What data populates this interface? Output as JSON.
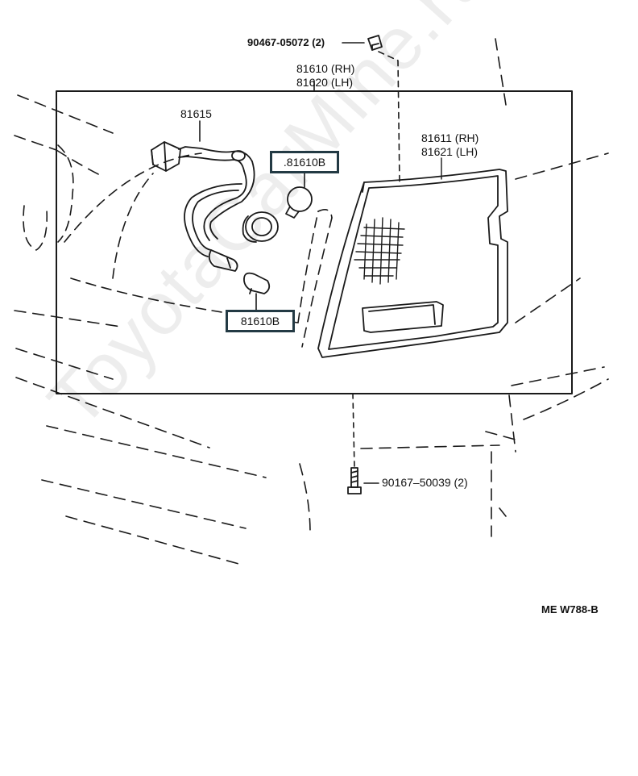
{
  "parts": {
    "clip": "90467-05072 (2)",
    "lamp_assy_rh": "81610 (RH)",
    "lamp_assy_lh": "81620 (LH)",
    "socket_wire": "81615",
    "bulb_upper": ".81610B",
    "lens_rh": "81611 (RH)",
    "lens_lh": "81621 (LH)",
    "bulb_lower": "81610B",
    "screw": "90167–50039 (2)"
  },
  "diagram_code": "ME  W788-B",
  "watermark": "ToyotaCarMine.ru",
  "colors": {
    "ink": "#1a1a1a",
    "box_border": "#233a44",
    "watermark": "#e6e6e6"
  }
}
